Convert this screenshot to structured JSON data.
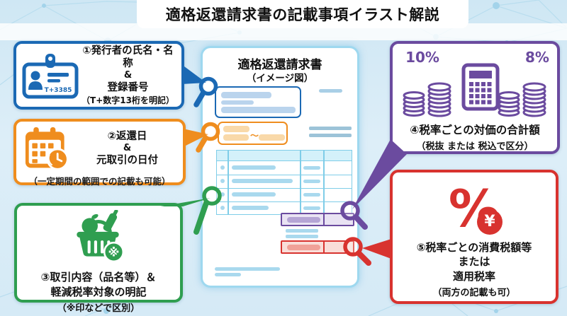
{
  "title": "適格返還請求書の記載事項イラスト解説",
  "colors": {
    "blue": "#1b69b4",
    "orange": "#ef8d1e",
    "green": "#2f9e50",
    "purple": "#6b4b9f",
    "red": "#d8332f"
  },
  "document": {
    "title": "適格返還請求書",
    "subtitle": "（イメージ図）",
    "date_separator": "～"
  },
  "callouts": {
    "issuer": {
      "badge": "T+3385",
      "line1": "①発行者の氏名・名称",
      "amp": "&",
      "line2": "登録番号",
      "note": "（T+数字13桁を明記）"
    },
    "return_date": {
      "line1": "②返還日",
      "amp": "&",
      "line2": "元取引の日付",
      "note": "（一定期間の範囲での記載も可能）"
    },
    "transaction": {
      "line1": "③取引内容（品名等）＆",
      "line2": "軽減税率対象の明記",
      "note": "（※印などで区別）",
      "badge": "※"
    },
    "totals": {
      "rate_standard": "10%",
      "rate_reduced": "8%",
      "line1": "④税率ごとの対価の合計額",
      "note": "（税抜 または 税込で区分）"
    },
    "tax": {
      "symbol": "%",
      "badge": "¥",
      "line1": "⑤税率ごとの消費税額等",
      "line2": "または",
      "line3": "適用税率",
      "note": "（両方の記載も可）"
    }
  }
}
